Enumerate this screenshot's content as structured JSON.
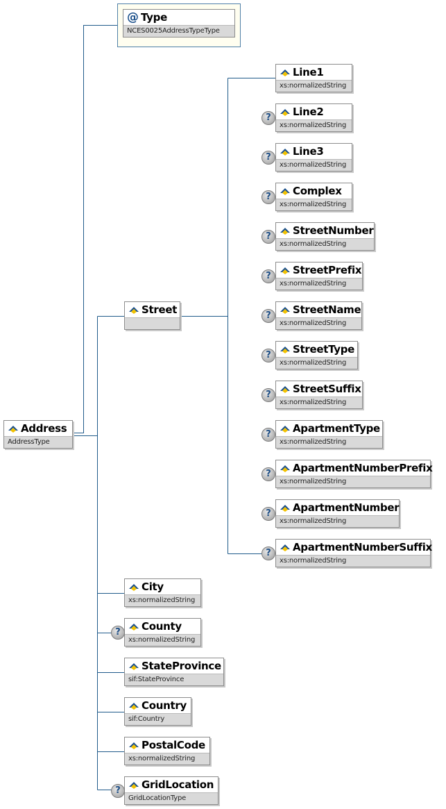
{
  "root": {
    "name": "Address",
    "type": "AddressType"
  },
  "attribute": {
    "symbol": "@",
    "name": "Type",
    "type": "NCES0025AddressTypeType"
  },
  "street": {
    "name": "Street",
    "type": ""
  },
  "street_children": [
    {
      "name": "Line1",
      "type": "xs:normalizedString",
      "optional": false
    },
    {
      "name": "Line2",
      "type": "xs:normalizedString",
      "optional": true
    },
    {
      "name": "Line3",
      "type": "xs:normalizedString",
      "optional": true
    },
    {
      "name": "Complex",
      "type": "xs:normalizedString",
      "optional": true
    },
    {
      "name": "StreetNumber",
      "type": "xs:normalizedString",
      "optional": true
    },
    {
      "name": "StreetPrefix",
      "type": "xs:normalizedString",
      "optional": true
    },
    {
      "name": "StreetName",
      "type": "xs:normalizedString",
      "optional": true
    },
    {
      "name": "StreetType",
      "type": "xs:normalizedString",
      "optional": true
    },
    {
      "name": "StreetSuffix",
      "type": "xs:normalizedString",
      "optional": true
    },
    {
      "name": "ApartmentType",
      "type": "xs:normalizedString",
      "optional": true
    },
    {
      "name": "ApartmentNumberPrefix",
      "type": "xs:normalizedString",
      "optional": true
    },
    {
      "name": "ApartmentNumber",
      "type": "xs:normalizedString",
      "optional": true
    },
    {
      "name": "ApartmentNumberSuffix",
      "type": "xs:normalizedString",
      "optional": true
    }
  ],
  "address_children": [
    {
      "name": "City",
      "type": "xs:normalizedString",
      "optional": false
    },
    {
      "name": "County",
      "type": "xs:normalizedString",
      "optional": true
    },
    {
      "name": "StateProvince",
      "type": "sif:StateProvince",
      "optional": false
    },
    {
      "name": "Country",
      "type": "sif:Country",
      "optional": false
    },
    {
      "name": "PostalCode",
      "type": "xs:normalizedString",
      "optional": false
    },
    {
      "name": "GridLocation",
      "type": "GridLocationType",
      "optional": true
    }
  ],
  "optional_symbol": "?",
  "colors": {
    "line": "#1f5a8a",
    "attr_border": "#4e7fa8",
    "attr_bg": "#fffef0",
    "type_bg": "#d9d9d9",
    "icon_blue": "#1a4f8a",
    "icon_yellow": "#f2c200"
  }
}
